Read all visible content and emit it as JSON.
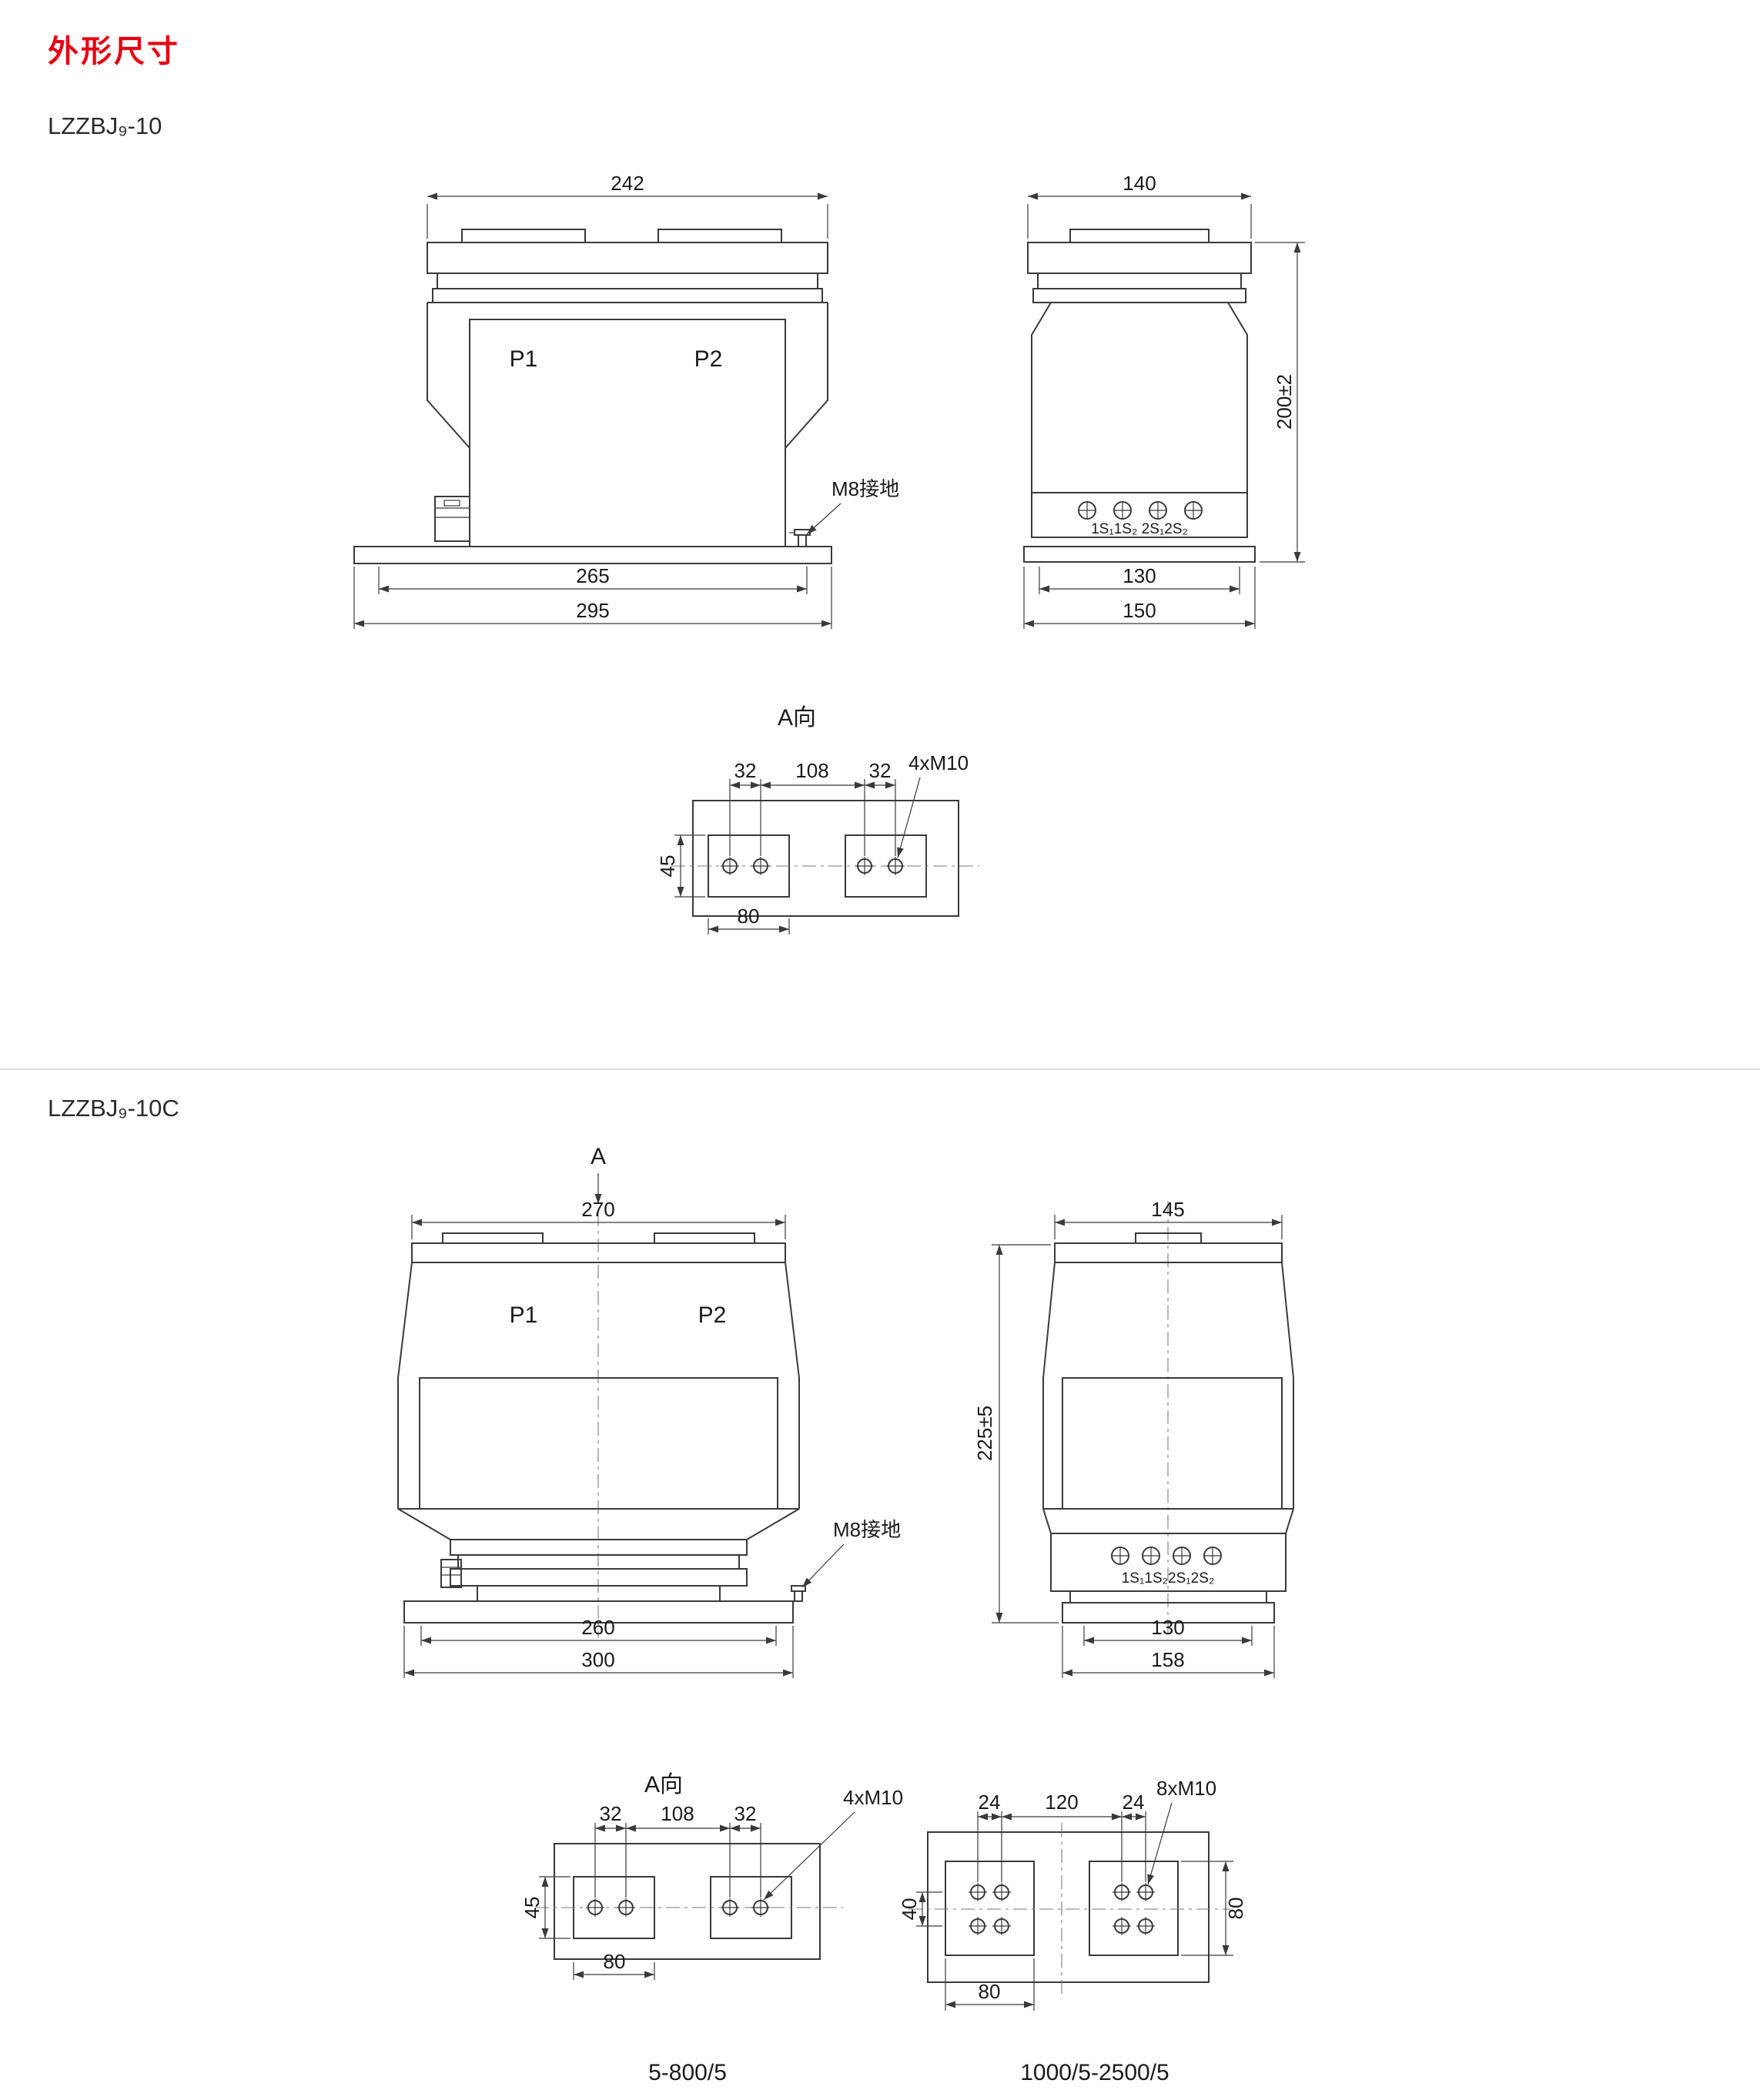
{
  "page": {
    "heading": "外形尺寸"
  },
  "section1": {
    "model": "LZZBJ₉-10",
    "front": {
      "dim_top": "242",
      "p1": "P1",
      "p2": "P2",
      "ground_label": "M8接地",
      "dim_inner": "265",
      "dim_outer": "295"
    },
    "side": {
      "dim_top": "140",
      "dim_height": "200±2",
      "terminals": "1S₁1S₂ 2S₁2S₂",
      "dim_inner": "130",
      "dim_outer": "150"
    },
    "view_a": {
      "label": "A向",
      "dim_left": "32",
      "dim_mid": "108",
      "dim_right": "32",
      "bolt_label": "4xM10",
      "dim_vert": "45",
      "dim_bottom": "80"
    }
  },
  "section2": {
    "model": "LZZBJ₉-10C",
    "front": {
      "arrow_label": "A",
      "dim_top": "270",
      "p1": "P1",
      "p2": "P2",
      "ground_label": "M8接地",
      "dim_inner": "260",
      "dim_outer": "300"
    },
    "side": {
      "dim_top": "145",
      "dim_height": "225±5",
      "terminals": "1S₁1S₂2S₁2S₂",
      "dim_inner": "130",
      "dim_outer": "158"
    },
    "view_a": {
      "label": "A向",
      "pattern1": {
        "dim_left": "32",
        "dim_mid": "108",
        "dim_right": "32",
        "bolt_label": "4xM10",
        "dim_vert": "45",
        "dim_bottom": "80",
        "caption": "5-800/5"
      },
      "pattern2": {
        "dim_left": "24",
        "dim_mid": "120",
        "dim_right": "24",
        "bolt_label": "8xM10",
        "dim_vert_left": "40",
        "dim_vert_right": "80",
        "dim_bottom": "80",
        "caption": "1000/5-2500/5"
      }
    }
  }
}
